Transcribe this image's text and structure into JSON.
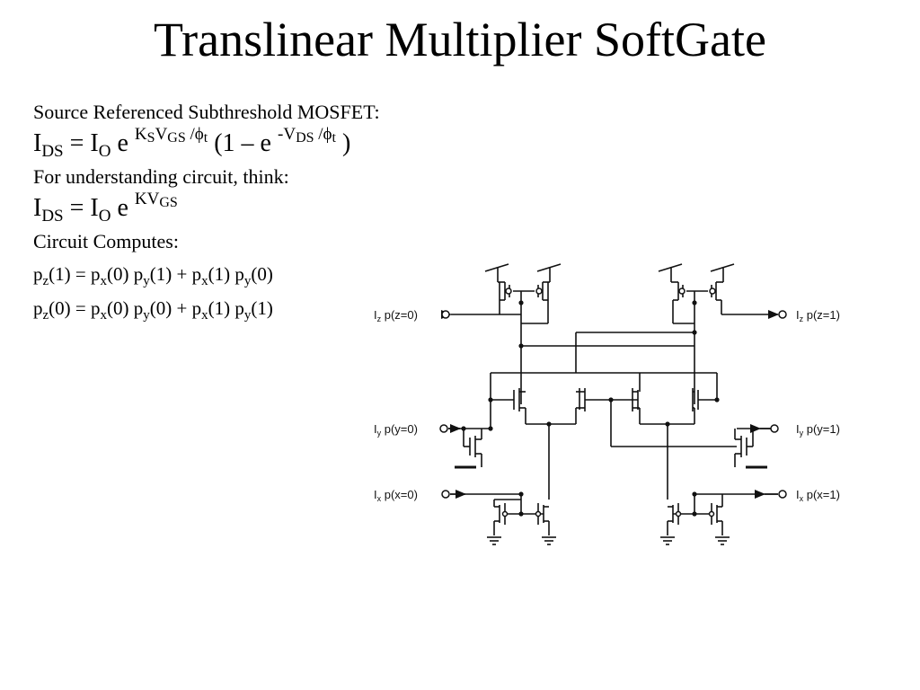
{
  "title": "Translinear Multiplier SoftGate",
  "lines": {
    "l1": "Source Referenced Subthreshold MOSFET:",
    "l3": "For understanding circuit, think:",
    "l5": "Circuit Computes:"
  },
  "eq1": {
    "I": "I",
    "DS": "DS",
    "eqsign": " = I",
    "O": "O",
    "e": " e ",
    "K": "K",
    "S": "S",
    "V": "V",
    "GS": "GS",
    "phi": " /ϕ",
    "t": "t",
    "mid": " (1 – e ",
    "negV": "-V",
    "DS2": "DS",
    "phi2": " /ϕ",
    "t2": "t",
    "close": " )"
  },
  "eq2": {
    "I": "I",
    "DS": "DS",
    "eqsign": " = I",
    "O": "O",
    "e": " e ",
    "KV": "KV",
    "GS": "GS"
  },
  "prob1": {
    "p": "p",
    "z": "z",
    "a": "(1) = p",
    "x1": "x",
    "b": "(0) p",
    "y1": "y",
    "c": "(1) + p",
    "x2": "x",
    "d": "(1) p",
    "y2": "y",
    "e": "(0)"
  },
  "prob2": {
    "p": "p",
    "z": "z",
    "a": "(0) = p",
    "x1": "x",
    "b": "(0) p",
    "y1": "y",
    "c": "(0) + p",
    "x2": "x",
    "d": "(1) p",
    "y2": "y",
    "e": "(1)"
  },
  "circuit_labels": {
    "iz0": "I",
    "iz0_sub": "z",
    "iz0_rest": " p(z=0)",
    "iz1": "I",
    "iz1_sub": "z",
    "iz1_rest": " p(z=1)",
    "iy0": "I",
    "iy0_sub": "y",
    "iy0_rest": " p(y=0)",
    "iy1": "I",
    "iy1_sub": "y",
    "iy1_rest": " p(y=1)",
    "ix0": "I",
    "ix0_sub": "x",
    "ix0_rest": " p(x=0)",
    "ix1": "I",
    "ix1_sub": "x",
    "ix1_rest": " p(x=1)"
  }
}
